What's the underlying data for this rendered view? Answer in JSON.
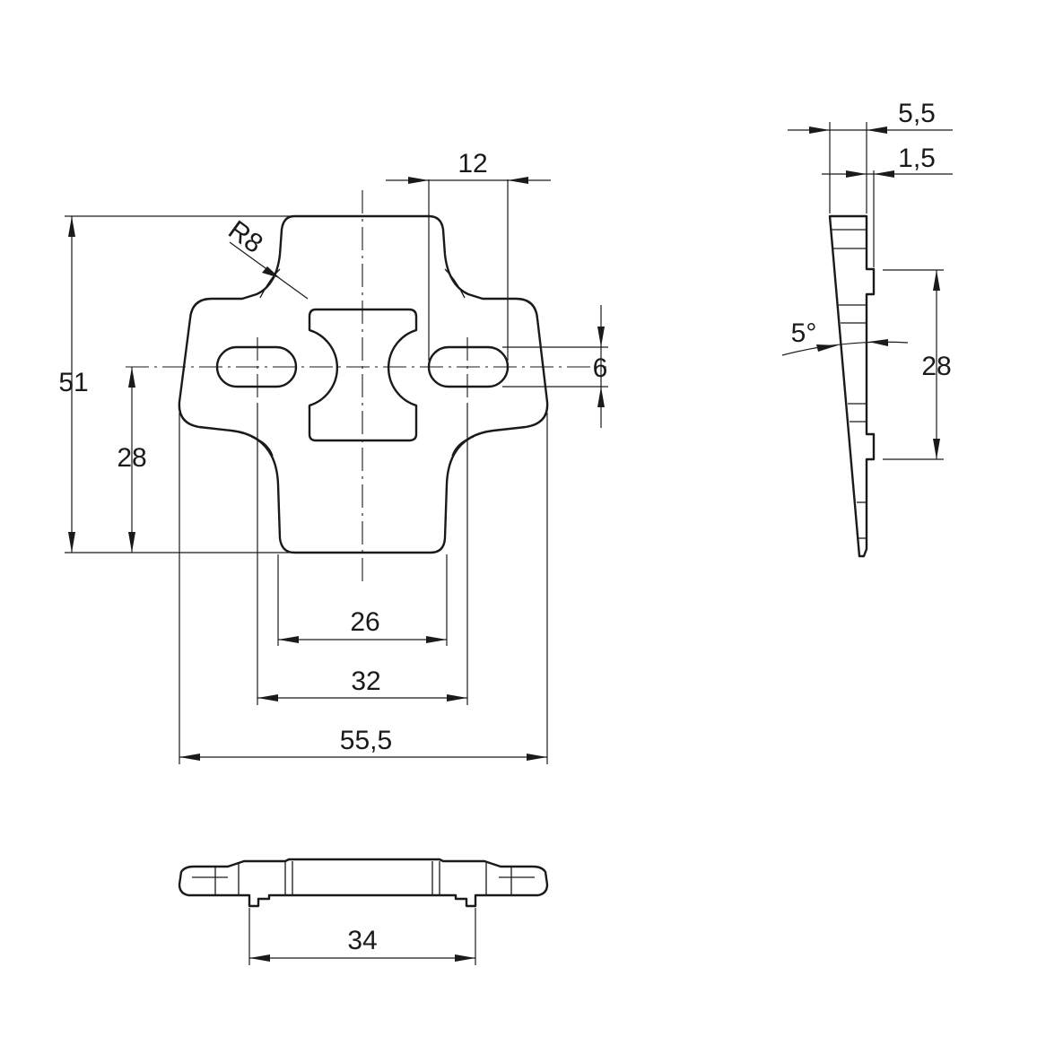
{
  "drawing": {
    "colors": {
      "line": "#1a1a1a",
      "background": "#ffffff"
    },
    "front_view": {
      "dim_height": "51",
      "dim_hole_height": "28",
      "dim_radius": "R8",
      "dim_slot_width": "12",
      "dim_slot_height": "6",
      "dim_neck_width": "26",
      "dim_hole_spacing": "32",
      "dim_overall_width": "55,5"
    },
    "side_view": {
      "dim_thickness": "5,5",
      "dim_step": "1,5",
      "dim_angle": "5°",
      "dim_hole_spacing": "28"
    },
    "bottom_view": {
      "dim_width": "34"
    }
  }
}
